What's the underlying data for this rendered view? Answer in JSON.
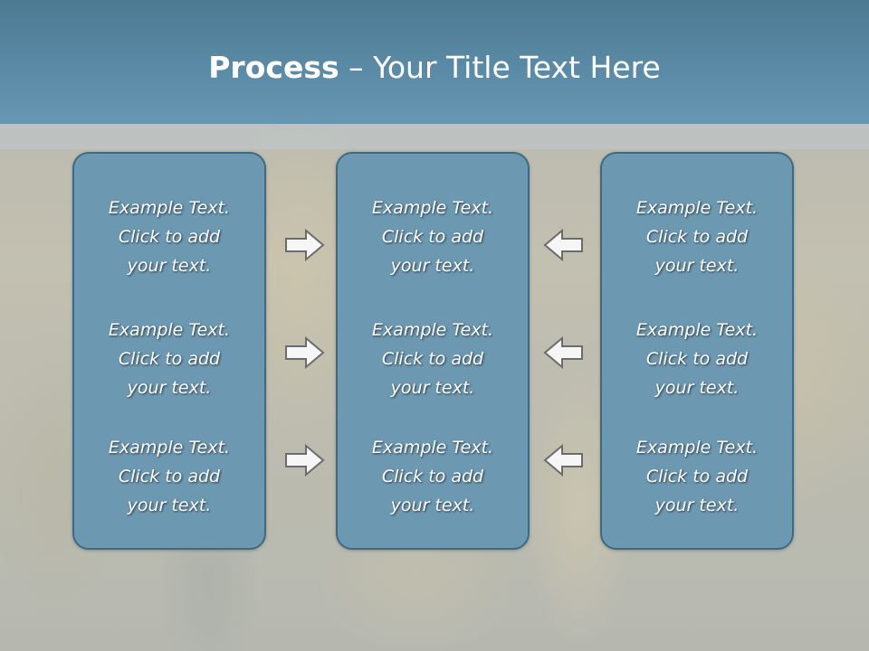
{
  "slide": {
    "title_strong": "Process",
    "title_rest": " – Your Title Text Here"
  },
  "columns": [
    {
      "items": [
        {
          "line1": "Example Text.",
          "line2": "Click  to add",
          "line3": "your text."
        },
        {
          "line1": "Example Text.",
          "line2": "Click  to add",
          "line3": "your text."
        },
        {
          "line1": "Example Text.",
          "line2": "Click  to add",
          "line3": "your text."
        }
      ]
    },
    {
      "items": [
        {
          "line1": "Example Text.",
          "line2": "Click  to add",
          "line3": "your text."
        },
        {
          "line1": "Example Text.",
          "line2": "Click  to add",
          "line3": "your text."
        },
        {
          "line1": "Example Text.",
          "line2": "Click  to add",
          "line3": "your text."
        }
      ]
    },
    {
      "items": [
        {
          "line1": "Example Text.",
          "line2": "Click  to add",
          "line3": "your text."
        },
        {
          "line1": "Example Text.",
          "line2": "Click  to add",
          "line3": "your text."
        },
        {
          "line1": "Example Text.",
          "line2": "Click  to add",
          "line3": "your text."
        }
      ]
    }
  ],
  "arrows": {
    "left_group": "arrow-right-icon",
    "right_group": "arrow-left-icon"
  },
  "colors": {
    "header": "#5a8aa5",
    "box_fill": "#6d98b2",
    "box_border": "#3e6a84",
    "text": "#ffffff"
  }
}
